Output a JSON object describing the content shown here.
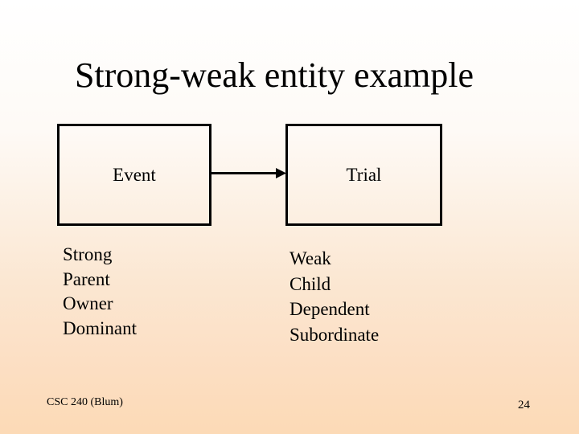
{
  "slide": {
    "title": "Strong-weak entity example",
    "diagram": {
      "strong_entity": {
        "label": "Event"
      },
      "weak_entity": {
        "label": "Trial"
      },
      "connector": "right-arrow from strong entity to weak entity"
    },
    "strong_synonyms": [
      "Strong",
      "Parent",
      "Owner",
      "Dominant"
    ],
    "weak_synonyms": [
      "Weak",
      "Child",
      "Dependent",
      "Subordinate"
    ],
    "footer": {
      "course": "CSC 240 (Blum)",
      "page_number": "24"
    },
    "colors": {
      "background_top": "#ffffff",
      "background_bottom": "#fcdab6",
      "box_border": "#000000",
      "text": "#000000"
    }
  }
}
